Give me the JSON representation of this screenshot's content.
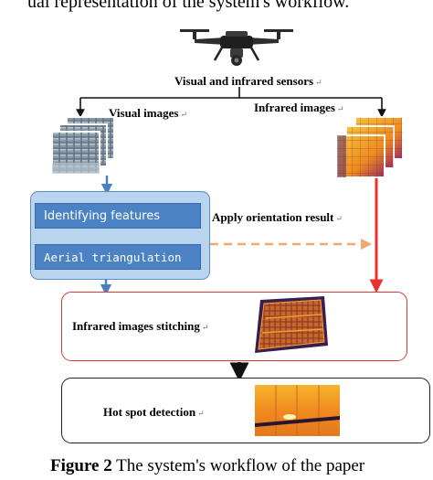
{
  "top_caption": "ual representation of the system's workflow.",
  "labels": {
    "sensors": "Visual and infrared sensors",
    "visual_images": "Visual images",
    "infrared_images": "Infrared images",
    "identifying_features": "Identifying features",
    "aerial_triangulation": "Aerial triangulation",
    "apply_orientation": "Apply orientation result",
    "stitching": "Infrared images stitching",
    "hot_spot": "Hot spot detection",
    "edit_mark": "↵"
  },
  "caption": {
    "figure_number": "Figure 2",
    "text": " The system's workflow of the paper"
  },
  "colors": {
    "blue_arrow": "#4a7fc0",
    "red_arrow": "#e8322f",
    "orange_dashed": "#f1a877",
    "black_arrow": "#111111"
  },
  "icons": {
    "drone": "drone-icon",
    "visual_stack": "visual-image-stack",
    "infrared_stack": "infrared-image-stack",
    "stitched_mosaic": "stitched-infrared-mosaic",
    "hotspot_thumbnail": "hotspot-infrared-image"
  }
}
